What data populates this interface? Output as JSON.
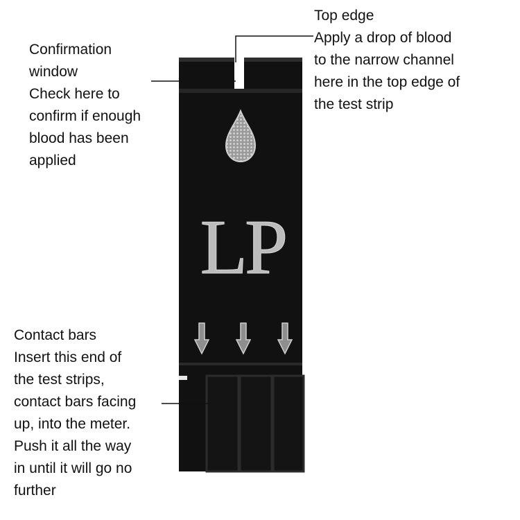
{
  "callouts": {
    "top_edge": {
      "lines": [
        "Top edge",
        "Apply a drop of blood",
        "to the narrow channel",
        "here in the top edge of",
        "the test strip"
      ]
    },
    "confirmation_window": {
      "lines": [
        "Confirmation",
        "window",
        "Check here to",
        "confirm if enough",
        "blood has been",
        "applied"
      ]
    },
    "contact_bars": {
      "lines": [
        "Contact bars",
        "Insert this end of",
        "the test strips,",
        "contact bars facing",
        "up, into the meter.",
        "Push it all the way",
        "in until it will go no",
        "further"
      ]
    }
  },
  "strip": {
    "logo_text": "LP",
    "arrow_count": 3,
    "colors": {
      "body": "#111111",
      "edge": "#2a2a2a",
      "print": "#bcbcbc",
      "leader_line": "#111111"
    }
  }
}
